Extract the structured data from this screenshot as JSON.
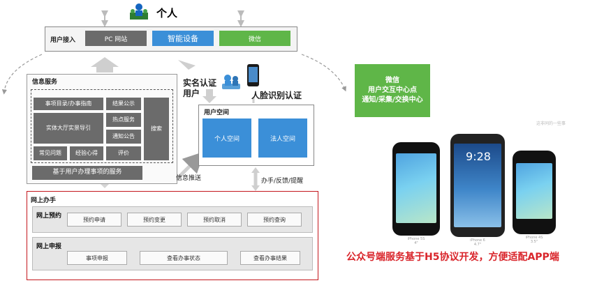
{
  "person": {
    "label": "个人"
  },
  "user_access": {
    "label": "用户接入",
    "buttons": [
      "PC 网站",
      "智能设备",
      "微信"
    ]
  },
  "info_service": {
    "title": "信息服务",
    "cells": {
      "catalog": "事项目录/办事指南",
      "results": "结果公示",
      "hall": "实体大厅实景导引",
      "hotspot": "热点服务",
      "notice": "通知公告",
      "faq": "常见问题",
      "experience": "经验心得",
      "rating": "评价",
      "search": "搜索"
    },
    "bottom": "基于用户办理事项的服务"
  },
  "auth": {
    "realname_line1": "实名认证",
    "realname_line2": "用户",
    "face": "人脸识别认证"
  },
  "user_space": {
    "title": "用户空间",
    "personal": "个人空间",
    "legal": "法人空间"
  },
  "flows": {
    "push": "信息推送",
    "handle": "办手/反馈/提醒"
  },
  "online": {
    "title": "网上办手",
    "booking": {
      "label": "网上预约",
      "items": [
        "预约申请",
        "预约变更",
        "预约取消",
        "预约查询"
      ]
    },
    "apply": {
      "label": "网上申报",
      "items": [
        "事项申报",
        "查看办事状态",
        "查看办事结果"
      ]
    }
  },
  "wechat_center": {
    "line1": "微信",
    "line2": "用户交互中心点",
    "line3": "通知/采集/交换中心"
  },
  "faint_text": "这非同的一些事",
  "phones": {
    "left": {
      "l1": "iPhone 5S",
      "l2": "4\""
    },
    "mid": {
      "l1": "iPhone 6",
      "l2": "4.7\"",
      "time": "9:28"
    },
    "right": {
      "l1": "iPhone 4S",
      "l2": "3.5\""
    }
  },
  "caption": "公众号端服务基于H5协议开发，方便适配APP端",
  "colors": {
    "blue": "#3b8fd8",
    "green": "#5fb648",
    "gray": "#6b6b6b",
    "red": "#c4161c"
  }
}
